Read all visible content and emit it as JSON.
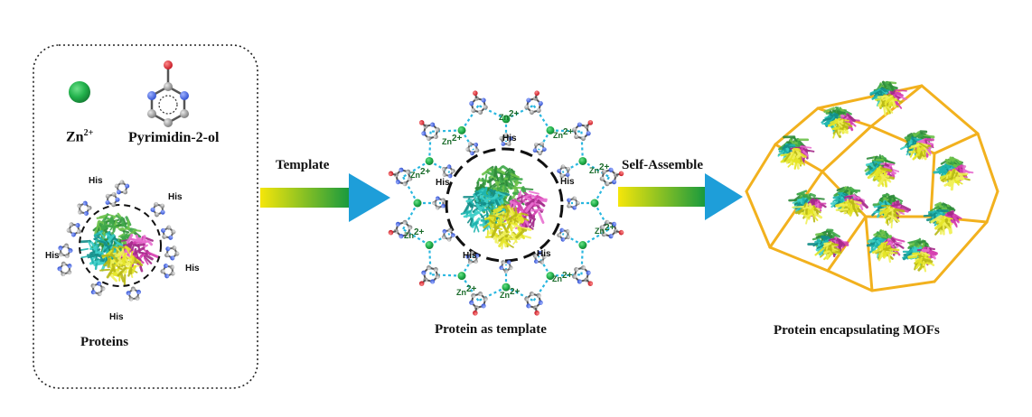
{
  "legend": {
    "zn_label": "Zn",
    "zn_charge": "2+",
    "ligand_label": "Pyrimidin-2-ol",
    "proteins_label": "Proteins",
    "his_label": "His"
  },
  "arrows": {
    "step1_label": "Template",
    "step2_label": "Self-Assemble"
  },
  "captions": {
    "template_caption": "Protein as template",
    "mof_caption": "Protein encapsulating MOFs"
  },
  "center": {
    "zn_tag": "Zn",
    "zn_tag_charge": "2+",
    "his_label": "His"
  },
  "colors": {
    "zn_green": "#22b24c",
    "bond_cyan": "#29b7e0",
    "arrow_blue": "#1e9ed9",
    "arrow_gradient_start": "#f5e60a",
    "arrow_gradient_end": "#1a9a3e",
    "cage_gold": "#f2b11e",
    "protein_green": "#3fa84a",
    "protein_cyan": "#1fb5b0",
    "protein_magenta": "#d63fb0",
    "protein_yellow": "#e6e628",
    "oxygen_red": "#e0202a",
    "nitrogen_blue": "#2f4fcf",
    "carbon_gray": "#9a9a9a"
  }
}
